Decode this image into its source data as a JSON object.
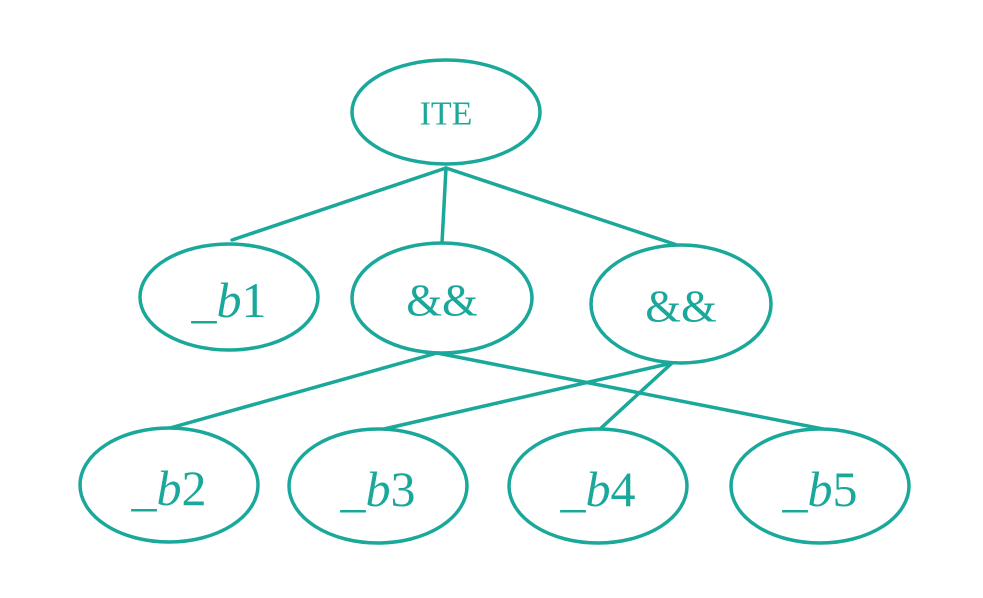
{
  "colors": {
    "stroke": "#1aa89a",
    "text": "#1aa89a",
    "background": "#ffffff"
  },
  "nodes": {
    "ite": {
      "label": "ITE"
    },
    "b1": {
      "prefix": "_",
      "var": "b",
      "suffix": "1"
    },
    "and1": {
      "label": "&&"
    },
    "and2": {
      "label": "&&"
    },
    "b2": {
      "prefix": "_",
      "var": "b",
      "suffix": "2"
    },
    "b3": {
      "prefix": "_",
      "var": "b",
      "suffix": "3"
    },
    "b4": {
      "prefix": "_",
      "var": "b",
      "suffix": "4"
    },
    "b5": {
      "prefix": "_",
      "var": "b",
      "suffix": "5"
    }
  },
  "edges": [
    [
      "ite",
      "b1"
    ],
    [
      "ite",
      "and1"
    ],
    [
      "ite",
      "and2"
    ],
    [
      "and1",
      "b2"
    ],
    [
      "and1",
      "b5"
    ],
    [
      "and2",
      "b3"
    ],
    [
      "and2",
      "b4"
    ]
  ]
}
